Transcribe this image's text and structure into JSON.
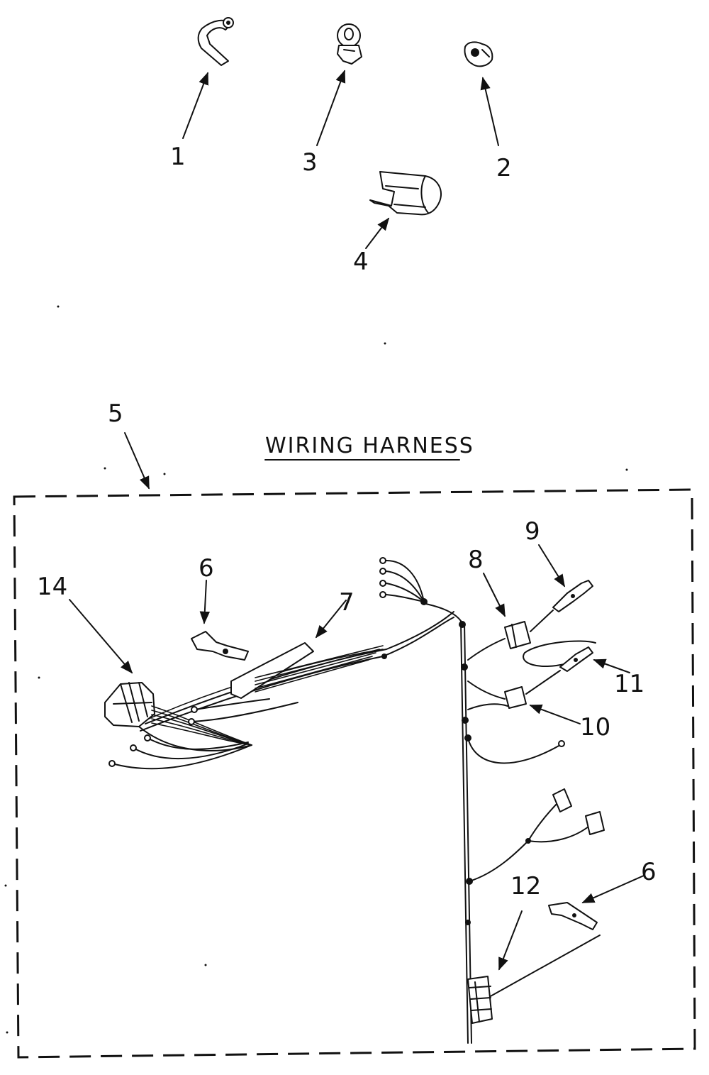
{
  "title": "WIRING HARNESS",
  "labels": {
    "p1": "1",
    "p2": "2",
    "p3": "3",
    "p4": "4",
    "p5": "5",
    "p6a": "6",
    "p6b": "6",
    "p7": "7",
    "p8": "8",
    "p9": "9",
    "p10": "10",
    "p11": "11",
    "p12": "12",
    "p14": "14"
  }
}
